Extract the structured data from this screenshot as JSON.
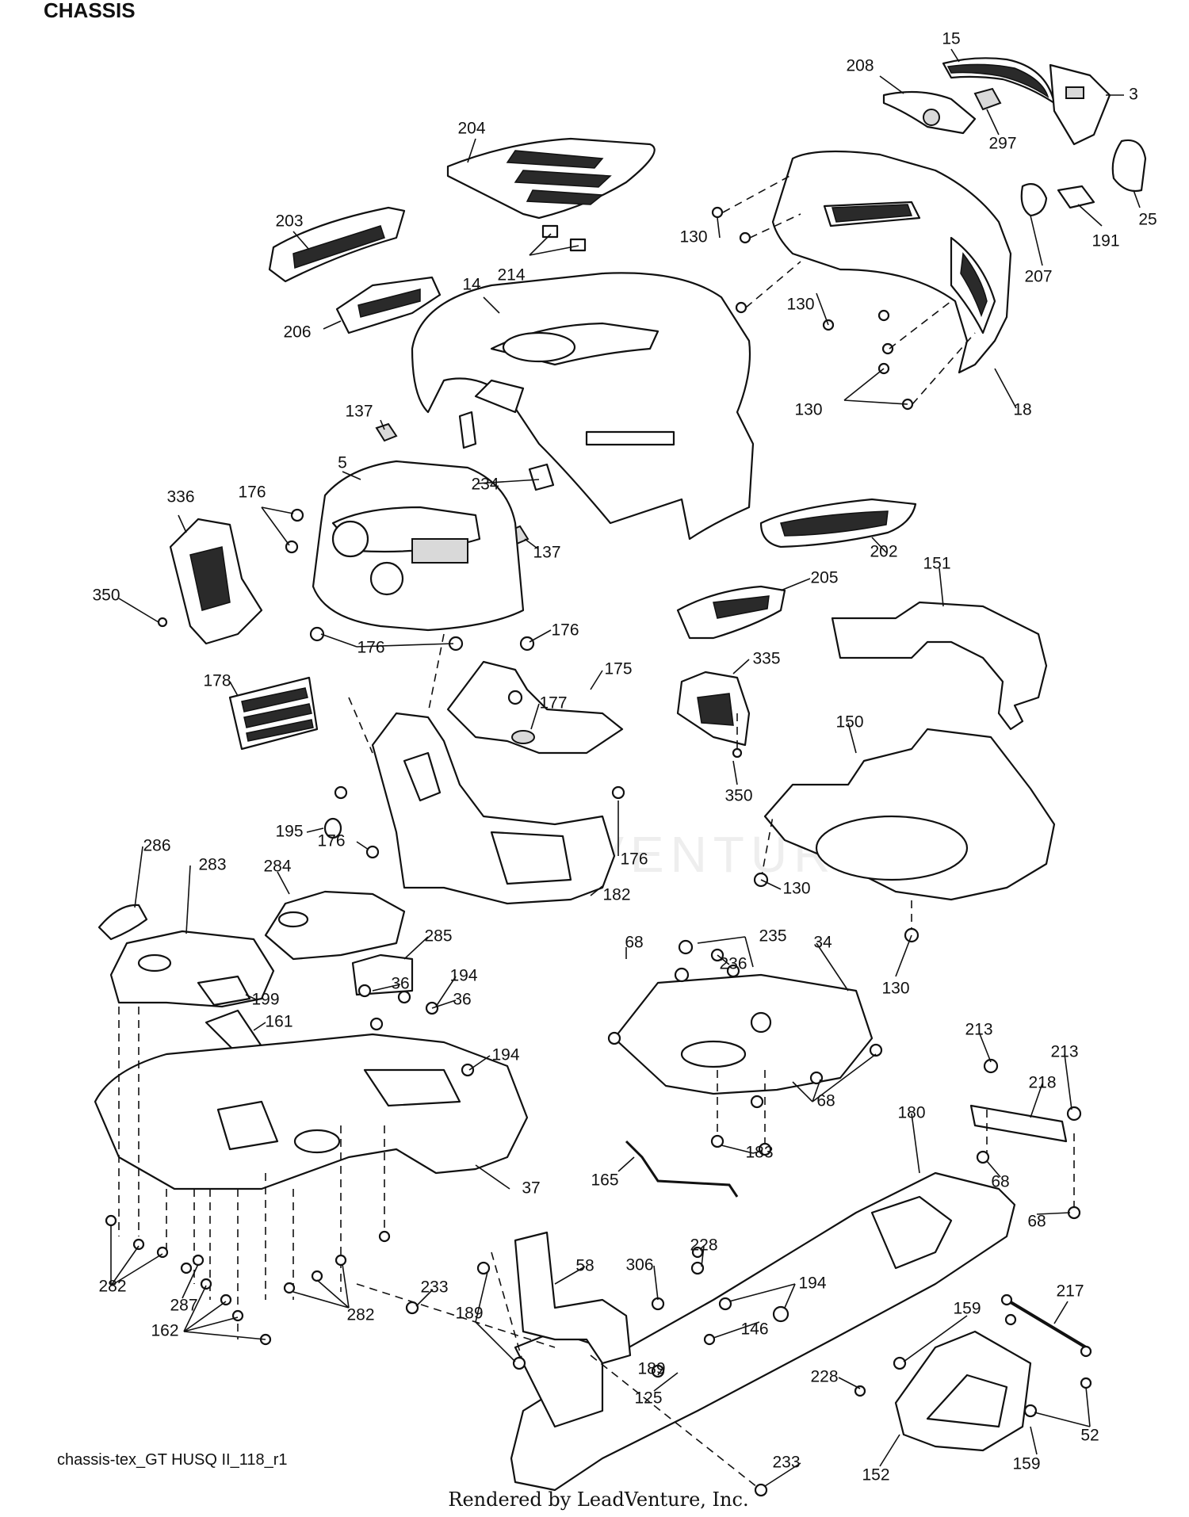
{
  "corner_title": "CHASSIS",
  "drawing_id": "chassis-tex_GT HUSQ II_118_r1",
  "rendered_by": "Rendered by LeadVenture, Inc.",
  "watermark_text": "LEADVENTURE",
  "part_labels": [
    "15",
    "208",
    "3",
    "297",
    "204",
    "25",
    "191",
    "130",
    "203",
    "207",
    "214",
    "14",
    "130",
    "206",
    "130",
    "18",
    "137",
    "5",
    "234",
    "336",
    "176",
    "137",
    "202",
    "350",
    "151",
    "205",
    "176",
    "176",
    "175",
    "335",
    "178",
    "177",
    "150",
    "350",
    "195",
    "176",
    "176",
    "286",
    "283",
    "182",
    "130",
    "284",
    "285",
    "68",
    "235",
    "34",
    "36",
    "194",
    "236",
    "36",
    "130",
    "199",
    "161",
    "194",
    "68",
    "213",
    "213",
    "218",
    "183",
    "180",
    "165",
    "68",
    "37",
    "68",
    "282",
    "228",
    "58",
    "306",
    "194",
    "233",
    "287",
    "189",
    "146",
    "282",
    "162",
    "159",
    "217",
    "189",
    "228",
    "125",
    "52",
    "233",
    "159",
    "152"
  ],
  "colors": {
    "line": "#111111",
    "background": "#ffffff"
  }
}
